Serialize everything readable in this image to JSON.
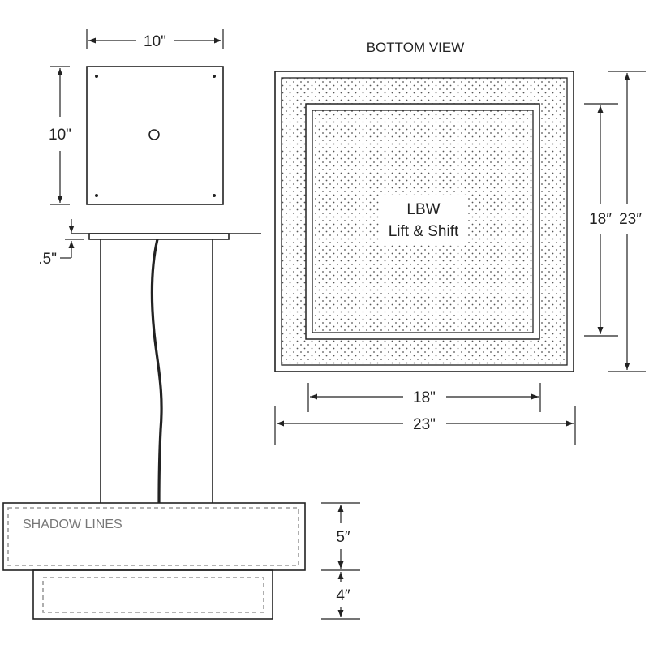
{
  "diagram": {
    "bottom_view_title": "BOTTOM VIEW",
    "canopy_width": "10\"",
    "canopy_height": "10\"",
    "canopy_thickness": ".5\"",
    "inner_height": "18″",
    "outer_height": "23″",
    "inner_width": "18\"",
    "outer_width": "23\"",
    "center_label_line1": "LBW",
    "center_label_line2": "Lift & Shift",
    "shadow_lines_label": "SHADOW LINES",
    "upper_shade_height": "5″",
    "lower_shade_height": "4″"
  },
  "colors": {
    "line": "#222222",
    "shadow_dash": "#9a9a9a",
    "dot_pattern": "#555555"
  }
}
